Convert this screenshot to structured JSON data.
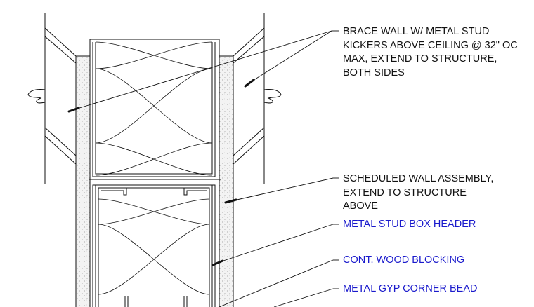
{
  "notes": {
    "brace_wall": "BRACE WALL W/ METAL STUD\nKICKERS ABOVE CEILING @ 32\" OC\nMAX, EXTEND TO STRUCTURE,\nBOTH SIDES",
    "scheduled_wall": "SCHEDULED WALL ASSEMBLY,\nEXTEND TO STRUCTURE\nABOVE",
    "box_header": "METAL STUD BOX HEADER",
    "wood_blocking": "CONT. WOOD BLOCKING",
    "corner_bead": "METAL GYP CORNER BEAD"
  },
  "colors": {
    "linework": "#111111",
    "note_text": "#111111",
    "keynote_text": "#1a1acc",
    "gypsum_fill": "#f3f3f3",
    "stipple": "#9a9a9a"
  }
}
